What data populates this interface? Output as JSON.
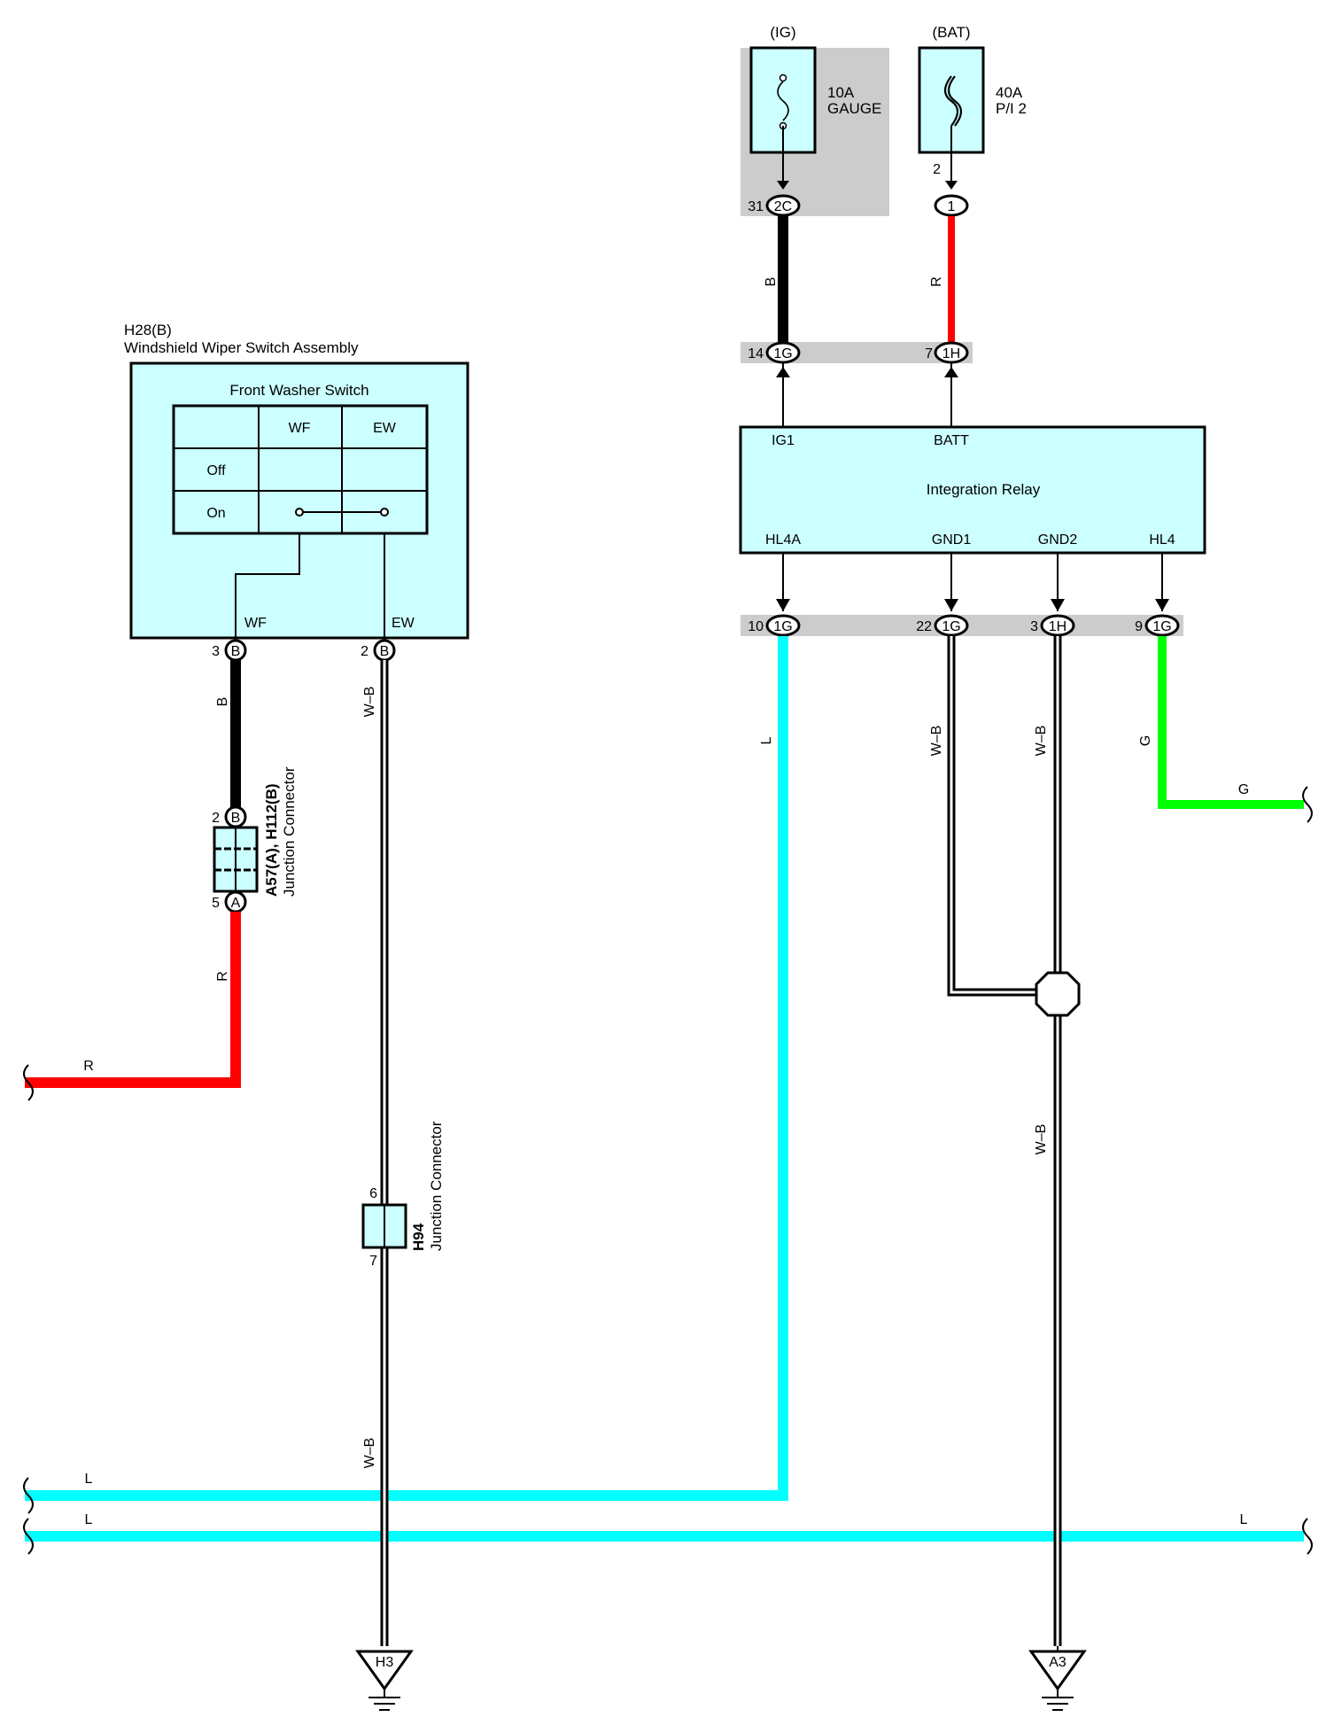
{
  "fuses": {
    "ig": {
      "supply": "(IG)",
      "rating": "10A",
      "name": "GAUGE"
    },
    "bat": {
      "supply": "(BAT)",
      "rating": "40A",
      "name": "P/I 2"
    }
  },
  "wiper_switch": {
    "code": "H28(B)",
    "name": "Windshield Wiper Switch Assembly",
    "table_title": "Front Washer Switch",
    "col_wf": "WF",
    "col_ew": "EW",
    "row_off": "Off",
    "row_on": "On",
    "term_wf": "WF",
    "term_ew": "EW"
  },
  "relay": {
    "name": "Integration Relay",
    "top_pins": [
      "IG1",
      "BATT"
    ],
    "bottom_pins": [
      "HL4A",
      "GND1",
      "GND2",
      "HL4"
    ]
  },
  "connectors": {
    "fuse_ig_pin": "31",
    "fuse_ig_label": "2C",
    "fuse_bat_pin_above": "2",
    "fuse_bat_label": "1",
    "relay_top": [
      {
        "pin": "14",
        "label": "1G"
      },
      {
        "pin": "7",
        "label": "1H"
      }
    ],
    "relay_bottom": [
      {
        "pin": "10",
        "label": "1G"
      },
      {
        "pin": "22",
        "label": "1G"
      },
      {
        "pin": "3",
        "label": "1H"
      },
      {
        "pin": "9",
        "label": "1G"
      }
    ],
    "switch_wf": {
      "pin": "3",
      "label": "B"
    },
    "switch_ew": {
      "pin": "2",
      "label": "B"
    },
    "junction_a57_top": {
      "pin": "2",
      "label": "B"
    },
    "junction_a57_bottom": {
      "pin": "5",
      "label": "A"
    }
  },
  "junction_a57": {
    "code": "A57(A), H112(B)",
    "name": "Junction Connector"
  },
  "junction_h94": {
    "code": "H94",
    "name": "Junction Connector",
    "pin_top": "6",
    "pin_bottom": "7"
  },
  "wire_colors": {
    "b": "B",
    "r": "R",
    "wb": "W–B",
    "l": "L",
    "g": "G"
  },
  "grounds": [
    "H3",
    "A3"
  ],
  "colors": {
    "component_fill": "#ccffff",
    "shade": "#cccccc",
    "wire_black": "#000000",
    "wire_red": "#ff0000",
    "wire_blue": "#00ffff",
    "wire_green": "#00ff00"
  }
}
